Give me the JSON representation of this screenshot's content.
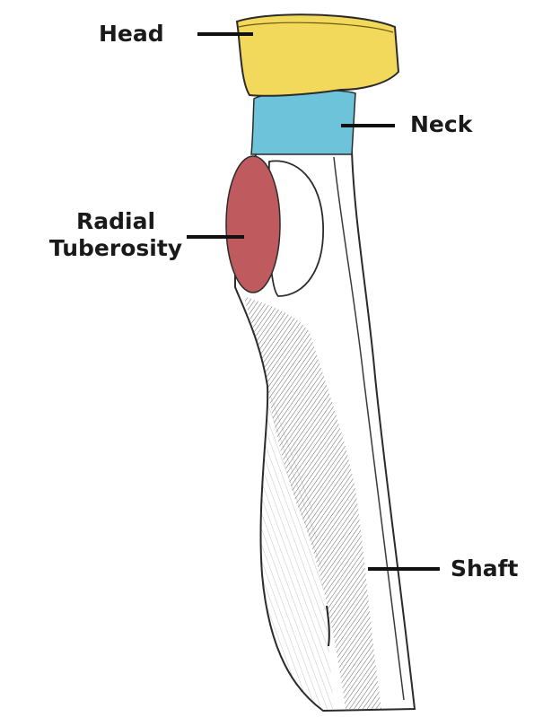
{
  "labels": {
    "head": "Head",
    "neck": "Neck",
    "radial_line1": "Radial",
    "radial_line2": "Tuberosity",
    "shaft": "Shaft"
  },
  "colors": {
    "head": "#f2d95b",
    "neck": "#6cc3da",
    "tuberosity": "#bf5a5f",
    "outline": "#2b2b2b",
    "leader": "#111111"
  }
}
